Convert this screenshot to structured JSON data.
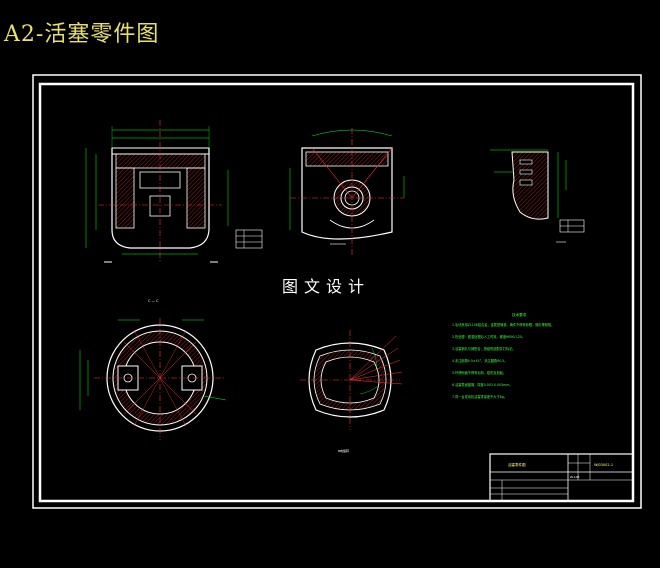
{
  "title": "A2-活塞零件图",
  "watermark": "图文设计",
  "section_label": "C — C",
  "view_label_b": "B向旋转",
  "technical_notes": {
    "heading": "技术要求",
    "lines": [
      "1.毛坯采用ZL108铝合金，金属型铸造，铸件不得有砂眼、缩孔等缺陷。",
      "2.热处理：固溶处理后人工时效，硬度HB90-120。",
      "3.活塞销孔与销配合，按组别选配并打标记。",
      "4.未注倒角0.5×45°，未注圆角R0.5。",
      "5.环槽侧面不得有毛刺、碰伤及划痕。",
      "6.活塞表面镀锡，厚度0.003-0.005mm。",
      "7.同一台发动机活塞重量差不大于8g。"
    ]
  },
  "title_block": {
    "part_name": "活塞零件图",
    "drawing_no": "WJ03002-1",
    "material": "ZL108"
  },
  "colors": {
    "frame": "#ffffff",
    "geometry": "#ffffff",
    "centerline": "#ff3030",
    "hatch": "#ff3030",
    "dimension": "#00ff00",
    "notes": "#3cff3c",
    "title": "#e8e06a"
  }
}
